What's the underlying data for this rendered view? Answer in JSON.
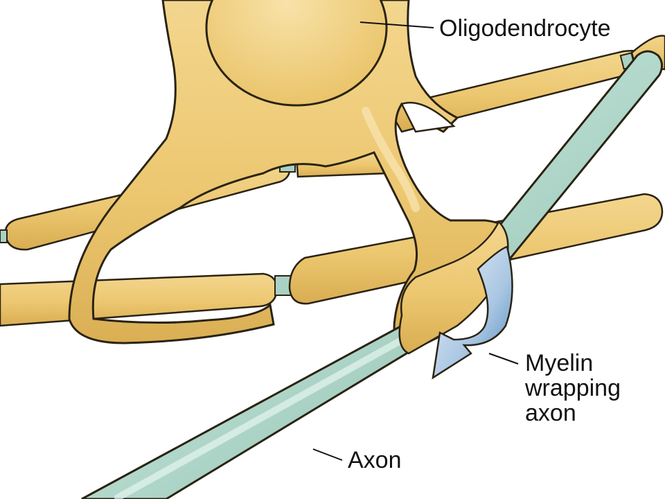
{
  "labels": {
    "oligodendrocyte": "Oligodendrocyte",
    "myelin_line1": "Myelin",
    "myelin_line2": "wrapping",
    "myelin_line3": "axon",
    "axon": "Axon"
  },
  "colors": {
    "cell_fill": "#ecc770",
    "cell_light": "#f6dc9a",
    "cell_outline": "#2a2314",
    "node_fill": "#a9d2c4",
    "axon_fill": "#b3d9cc",
    "axon_light": "#d6efe6",
    "axon_dark": "#7fb3a2",
    "arrow_fill": "#5b93c2",
    "arrow_light": "#e5eef8",
    "leader": "#111111"
  }
}
